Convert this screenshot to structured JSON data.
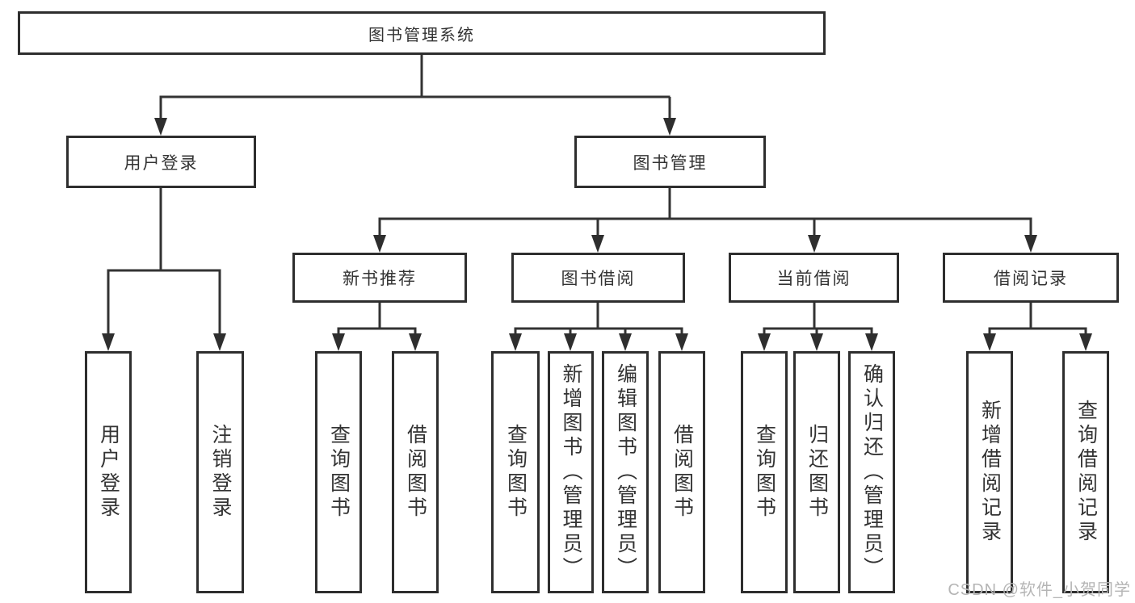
{
  "diagram": {
    "root": {
      "label": "图书管理系统"
    },
    "level2": [
      {
        "label": "用户登录"
      },
      {
        "label": "图书管理"
      }
    ],
    "level3": [
      {
        "label": "新书推荐"
      },
      {
        "label": "图书借阅"
      },
      {
        "label": "当前借阅"
      },
      {
        "label": "借阅记录"
      }
    ],
    "leaves": {
      "user_login": [
        "用户登录",
        "注销登录"
      ],
      "new_book": [
        "查询图书",
        "借阅图书"
      ],
      "book_borrow": [
        "查询图书",
        "新增图书（管理员）",
        "编辑图书（管理员）",
        "借阅图书"
      ],
      "current_borrow": [
        "查询图书",
        "归还图书",
        "确认归还（管理员）"
      ],
      "borrow_record": [
        "新增借阅记录",
        "查询借阅记录"
      ]
    }
  },
  "watermark": {
    "text": "CSDN @软件_小贺同学"
  },
  "colors": {
    "line": "#333333",
    "box_border": "#2e2e2e",
    "text": "#333333",
    "watermark": "#b5b5b5",
    "background": "#ffffff"
  }
}
